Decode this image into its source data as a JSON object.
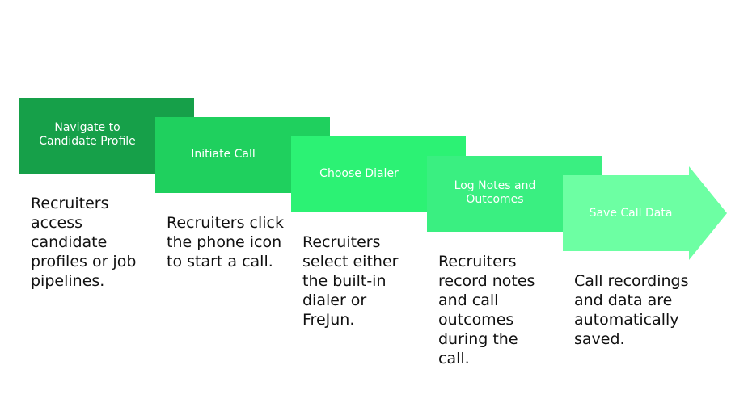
{
  "steps": [
    {
      "title": "Navigate to Candidate Profile",
      "description": "Recruiters access candidate profiles or job pipelines.",
      "color": "#16A049",
      "fold_color": "#0F7A36"
    },
    {
      "title": "Initiate Call",
      "description": "Recruiters click the phone icon to start a call.",
      "color": "#1FD05E",
      "fold_color": "#18A84B"
    },
    {
      "title": "Choose Dialer",
      "description": "Recruiters select either the built-in dialer or FreJun.",
      "color": "#2CF274",
      "fold_color": "#22C25C"
    },
    {
      "title": "Log Notes and Outcomes",
      "description": "Recruiters record notes and call outcomes during the call.",
      "color": "#3AEF81",
      "fold_color": "#2DC467"
    },
    {
      "title": "Save Call Data",
      "description": "Call recordings and data are automatically saved.",
      "color": "#6DFFA3"
    }
  ]
}
